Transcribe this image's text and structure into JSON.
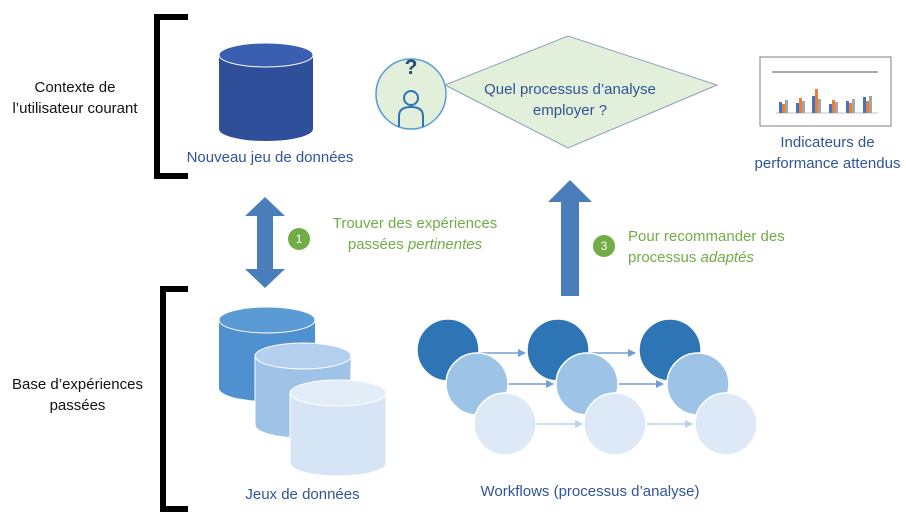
{
  "context_label_line1": "Contexte de",
  "context_label_line2": "l’utilisateur courant",
  "base_label_line1": "Base d’expériences",
  "base_label_line2": "passées",
  "new_dataset_label": "Nouveau jeu de données",
  "question_line1": "Quel processus d’analyse",
  "question_line2": "employer ?",
  "question_mark": "?",
  "indicators_line1": "Indicateurs de",
  "indicators_line2": "performance attendus",
  "step1_number": "1",
  "step1_line1": "Trouver des expériences",
  "step1_line2_plain": "passées ",
  "step1_line2_italic": "pertinentes",
  "step3_number": "3",
  "step3_line1": "Pour recommander des",
  "step3_line2_plain": "processus ",
  "step3_line2_italic": "adaptés",
  "datasets_label": "Jeux de données",
  "workflows_label": "Workflows (processus d’analyse)",
  "colors": {
    "dark_blue": "#2f4f9a",
    "mid_blue": "#5b9bd5",
    "green": "#70ad47",
    "diamond": "#e2efda",
    "arrow": "#4a7ebb"
  }
}
